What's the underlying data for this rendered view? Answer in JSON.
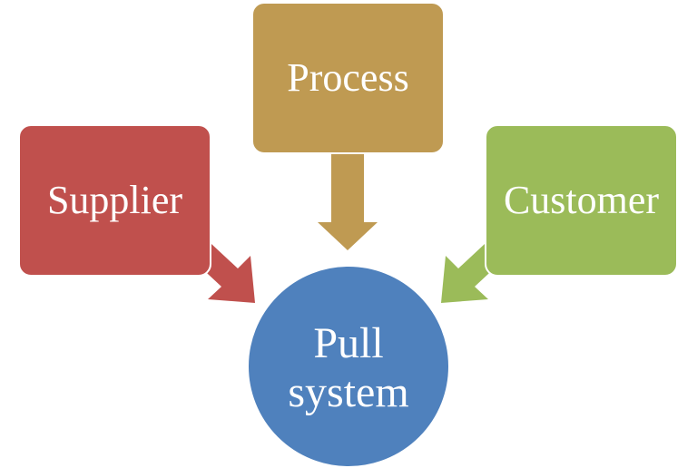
{
  "diagram": {
    "center": {
      "line1": "Pull",
      "line2": "system",
      "color": "#4f81bd"
    },
    "nodes": {
      "supplier": {
        "label": "Supplier",
        "color": "#c0504d"
      },
      "process": {
        "label": "Process",
        "color": "#bf9a52"
      },
      "customer": {
        "label": "Customer",
        "color": "#9bbb59"
      }
    }
  }
}
